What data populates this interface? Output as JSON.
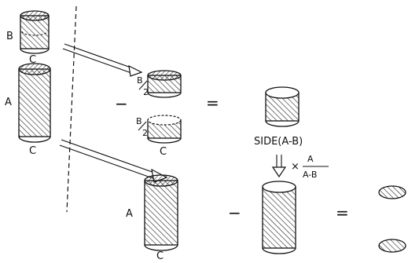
{
  "labels": {
    "b_top": "B",
    "c_under_b": "C",
    "a_left": "A",
    "c_under_a": "C",
    "b_half_1_num": "B",
    "b_half_1_den": "2",
    "b_half_2_num": "B",
    "b_half_2_den": "2",
    "c_small": "C",
    "side": "SIDE(A-B)",
    "a_bottom": "A",
    "c_bottom": "C",
    "times": "×",
    "fraction_num": "A",
    "fraction_den": "A-B"
  },
  "operators": {
    "minus_top": "−",
    "equals_top": "=",
    "minus_bottom": "−",
    "equals_bottom": "="
  }
}
